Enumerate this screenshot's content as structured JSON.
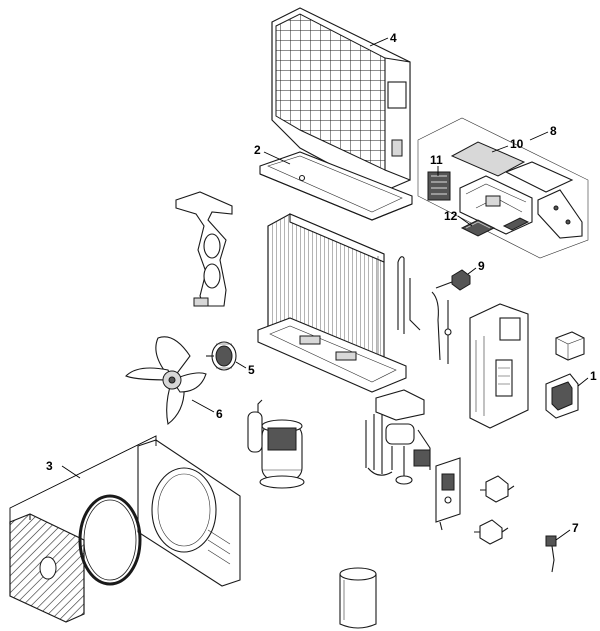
{
  "callouts": {
    "c1": "1",
    "c2": "2",
    "c3": "3",
    "c4": "4",
    "c5": "5",
    "c6": "6",
    "c7": "7",
    "c8": "8",
    "c9": "9",
    "c10": "10",
    "c11": "11",
    "c12": "12"
  },
  "colors": {
    "line": "#1a1a1a",
    "fill_light": "#d8d8d8",
    "fill_dark": "#555555",
    "background": "#ffffff"
  }
}
